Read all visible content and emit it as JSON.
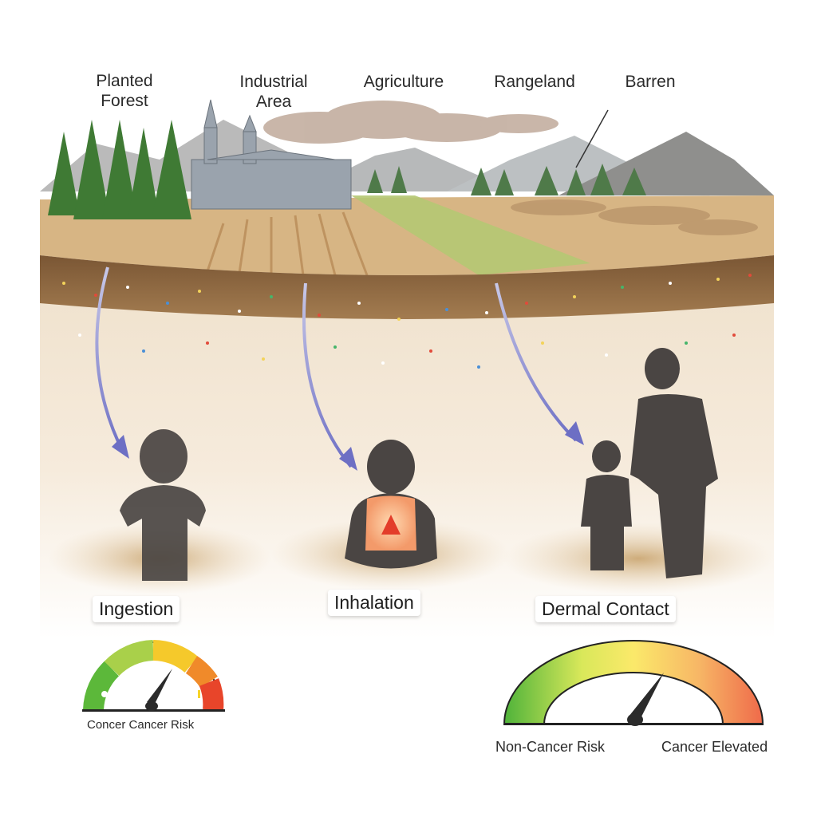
{
  "land_uses": [
    {
      "id": "planted-forest",
      "label_line1": "Planted",
      "label_line2": "Forest"
    },
    {
      "id": "industrial-area",
      "label_line1": "Industrial",
      "label_line2": "Area"
    },
    {
      "id": "agriculture",
      "label_line1": "Agriculture",
      "label_line2": ""
    },
    {
      "id": "rangeland",
      "label_line1": "Rangeland",
      "label_line2": ""
    },
    {
      "id": "barren",
      "label_line1": "Barren",
      "label_line2": ""
    }
  ],
  "pathways": [
    {
      "id": "ingestion",
      "label": "Ingestion"
    },
    {
      "id": "inhalation",
      "label": "Inhalation"
    },
    {
      "id": "dermal-contact",
      "label": "Dermal Contact"
    }
  ],
  "gauges": {
    "small": {
      "caption": "Concer Cancer Risk",
      "needle_angle_deg": 55,
      "colors": [
        "#5cb83a",
        "#a9d04a",
        "#f5c92b",
        "#f08a2a",
        "#e8452a"
      ]
    },
    "large": {
      "left_caption": "Non-Cancer Risk",
      "right_caption": "Cancer Elevated",
      "needle_angle_deg": 50,
      "colors": [
        "#4fb33a",
        "#d9e85a",
        "#fbe96a",
        "#f7b766",
        "#ef6a4a"
      ]
    }
  },
  "colors": {
    "arrow": "#6d6fc4",
    "silhouette": "#4a4543",
    "soil_top": "#d9b07a",
    "soil_layer": "#8c6a45",
    "background_sand": "#f3e6d4"
  }
}
